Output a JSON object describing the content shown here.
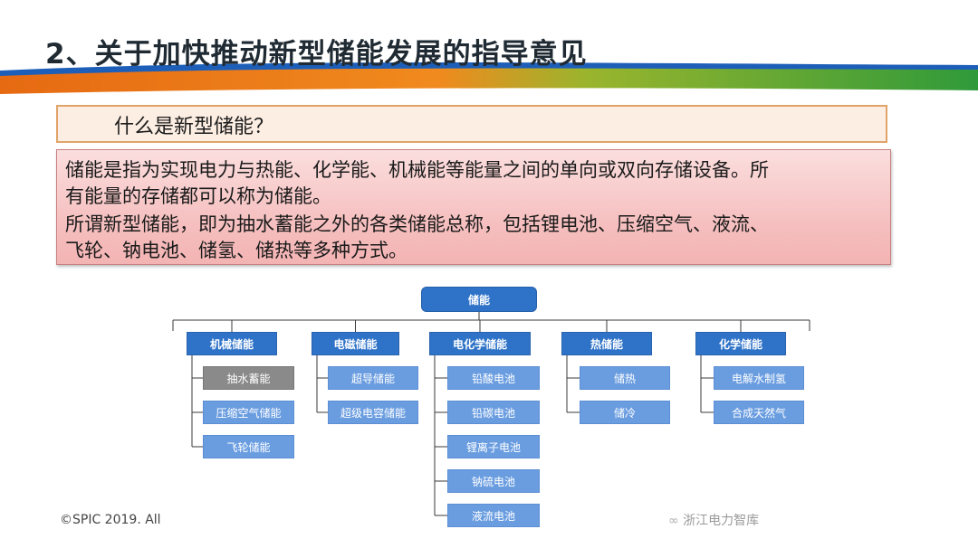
{
  "slide": {
    "title": "2、关于加快推动新型储能发展的指导意见",
    "question": "什么是新型储能？",
    "definition_lines": [
      "储能是指为实现电力与热能、化学能、机械能等能量之间的单向或双向存储设备。所",
      "有能量的存储都可以称为储能。",
      "所谓新型储能，即为抽水蓄能之外的各类储能总称，包括锂电池、压缩空气、液流、",
      "飞轮、钠电池、储氢、储热等多种方式。"
    ],
    "footer": "©SPIC 2019. All",
    "watermark": "浙江电力智库"
  },
  "tree": {
    "root": "储能",
    "categories": [
      {
        "label": "机械储能",
        "children": [
          "抽水蓄能",
          "压缩空气储能",
          "飞轮储能"
        ]
      },
      {
        "label": "电磁储能",
        "children": [
          "超导储能",
          "超级电容储能"
        ]
      },
      {
        "label": "电化学储能",
        "children": [
          "铅酸电池",
          "铅碳电池",
          "锂离子电池",
          "钠硫电池",
          "液流电池"
        ]
      },
      {
        "label": "热储能",
        "children": [
          "储热",
          "储冷"
        ]
      },
      {
        "label": "化学储能",
        "children": [
          "电解水制氢",
          "合成天然气"
        ]
      }
    ]
  },
  "colors": {
    "category": "#2f73c8",
    "leaf": "#6a9de0",
    "highlight_leaf": "#8a8a8a",
    "definition_bg": "#f6c1c1",
    "question_border": "#e0a46a"
  }
}
